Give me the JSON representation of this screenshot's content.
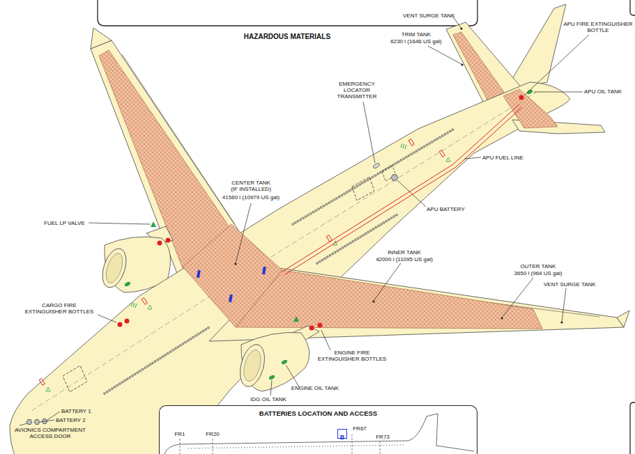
{
  "diagram": {
    "title": "HAZARDOUS MATERIALS",
    "nodes": [
      {
        "text": [
          "BATTERIES LOCATION AND ACCESS"
        ]
      },
      {
        "text": [
          "B"
        ],
        "in": 0
      }
    ],
    "labels": [
      "VENT SURGE TANK",
      "APU FIRE EXTINGUISHER BOTTLE",
      "TRIM TANK",
      "6230 l (1646 US gal)",
      "APU OIL TANK",
      "EMERGENCY LOCATOR TRANSMITTER",
      "APU FUEL LINE",
      "CENTER TANK (IF INSTALLED)",
      "41560 l (10979 US gal)",
      "FUEL LP VALVE",
      "APU BATTERY",
      "INNER TANK",
      "42000 l (11095 US gal)",
      "OUTER TANK",
      "3650 l (964 US gal)",
      "VENT SURGE TANK",
      "CARGO FIRE EXTINGUISHER BOTTLES",
      "ENGINE FIRE EXTINGUISHER BOTTLES",
      "ENGINE OIL TANK",
      "IDG OIL TANK",
      "BATTERY 1",
      "BATTERY 2",
      "AVIONICS COMPARTMENT ACCESS DOOR",
      "FR1",
      "FR20",
      "FR67",
      "FR73"
    ]
  }
}
